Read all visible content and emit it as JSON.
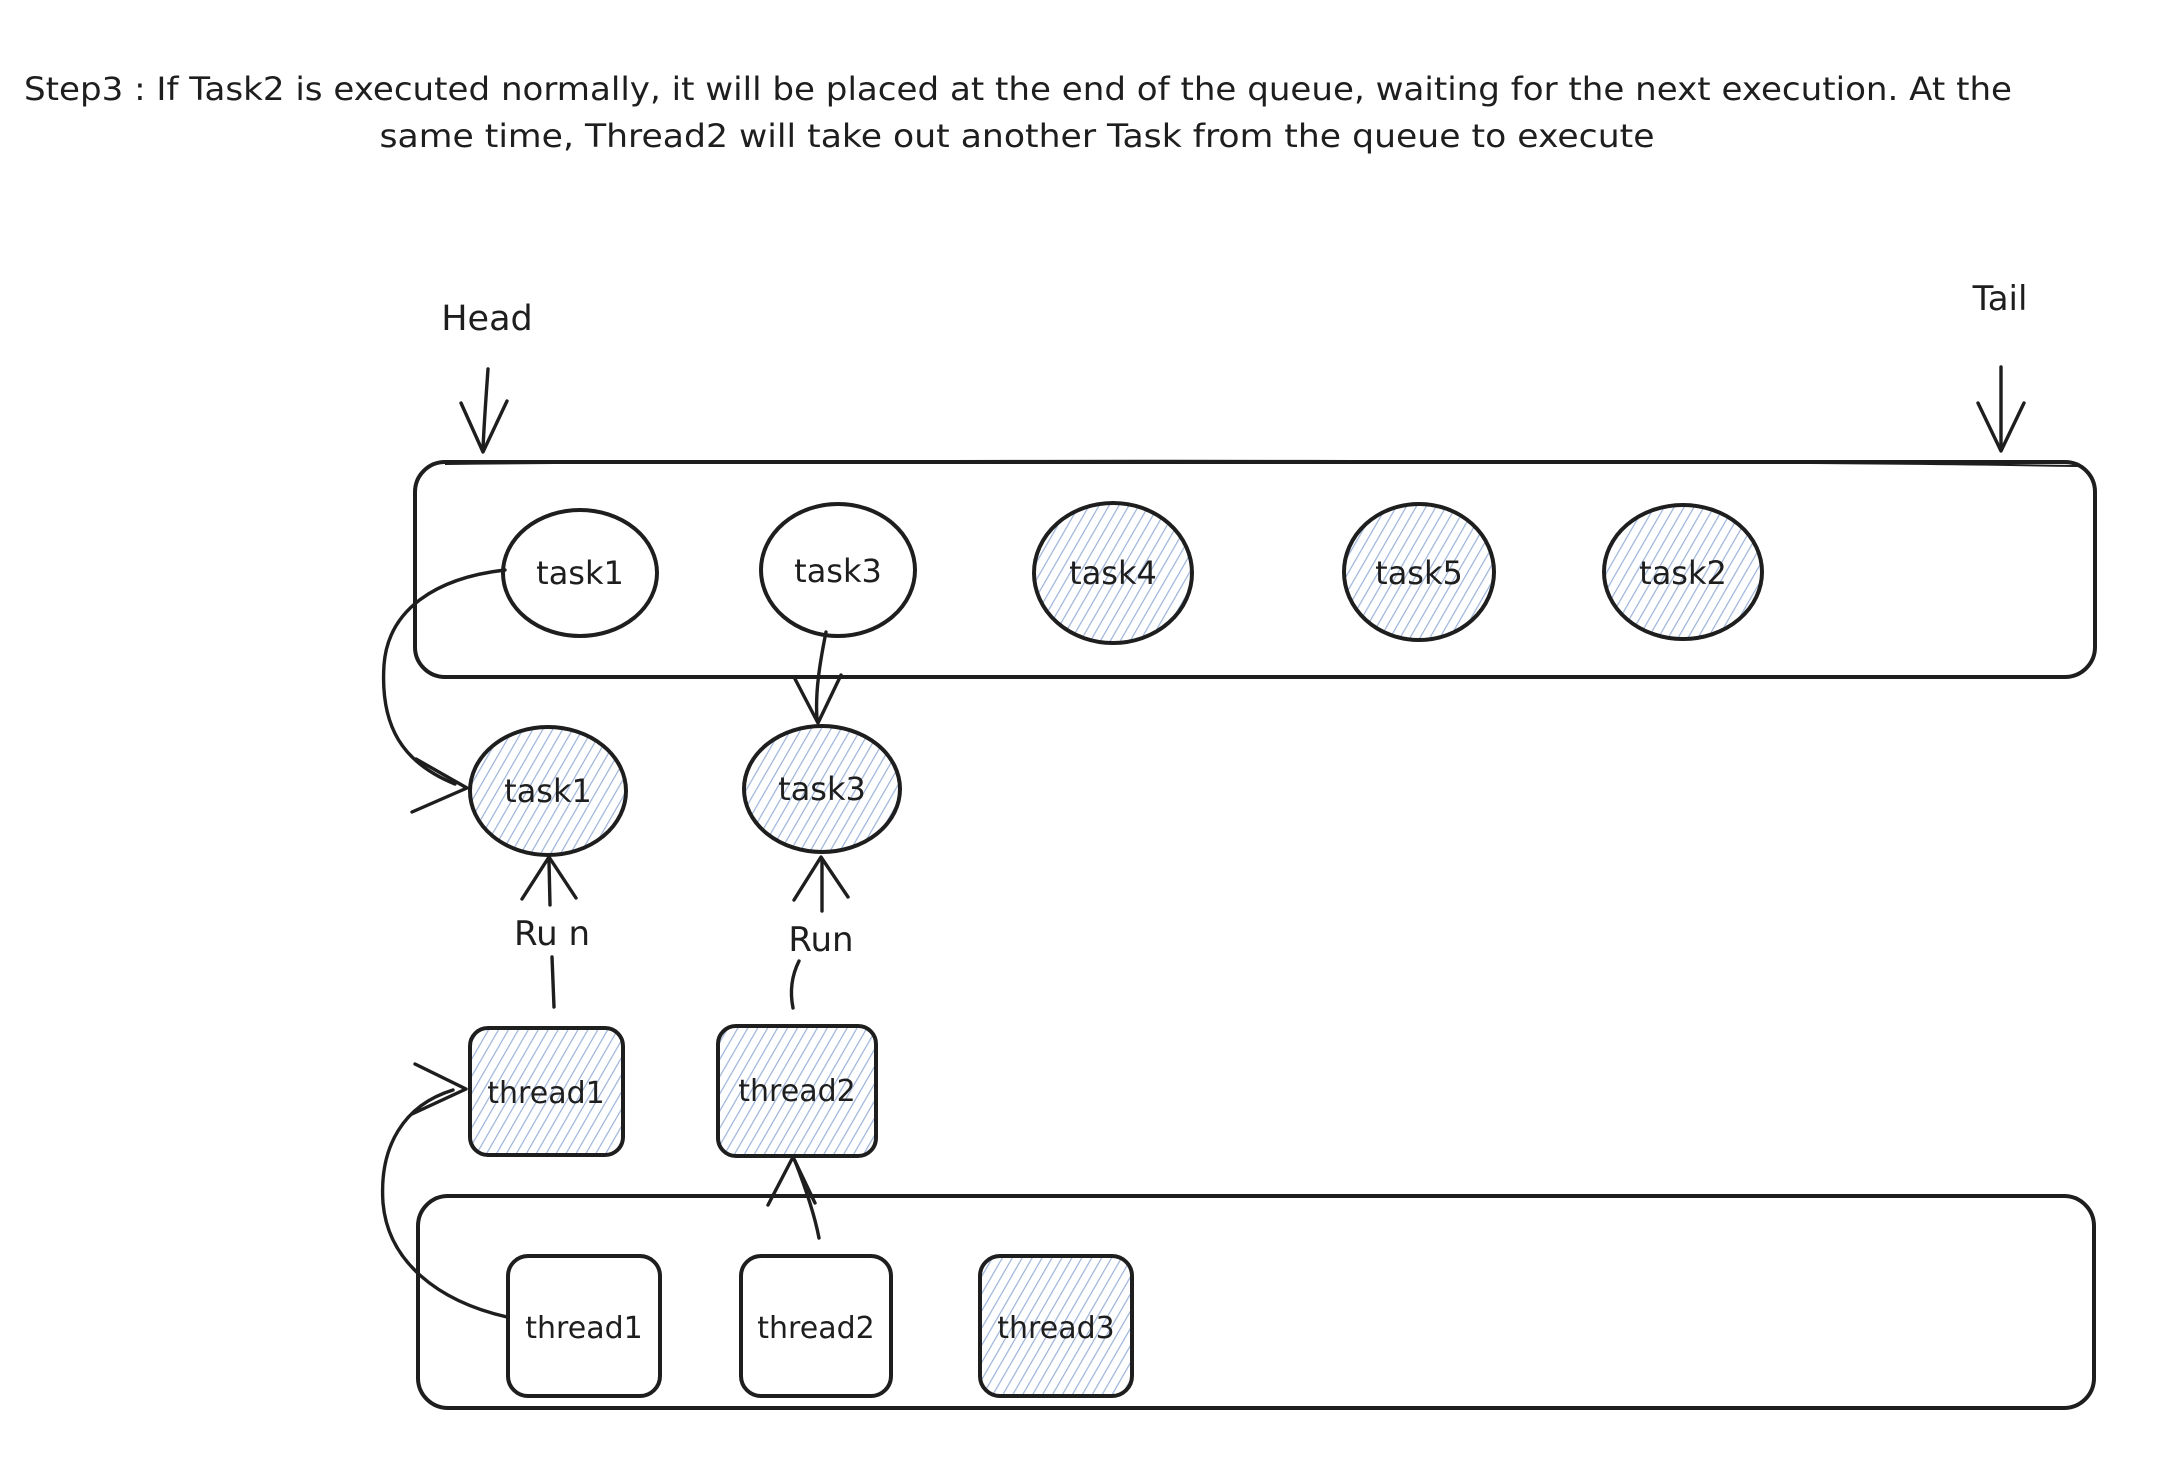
{
  "title": {
    "line1": "Step3 : If Task2 is executed normally, it will be placed at the end of the queue, waiting for the next execution. At the",
    "line2": "same time, Thread2 will take out another Task from the queue to execute"
  },
  "queue": {
    "head_label": "Head",
    "tail_label": "Tail",
    "tasks": [
      {
        "label": "task1",
        "filled": false
      },
      {
        "label": "task3",
        "filled": false
      },
      {
        "label": "task4",
        "filled": true
      },
      {
        "label": "task5",
        "filled": true
      },
      {
        "label": "task2",
        "filled": true
      }
    ]
  },
  "running": {
    "tasks": [
      {
        "label": "task1"
      },
      {
        "label": "task3"
      }
    ],
    "run_labels": [
      "Ru n",
      "Run"
    ],
    "threads": [
      {
        "label": "thread1"
      },
      {
        "label": "thread2"
      }
    ]
  },
  "thread_pool": {
    "threads": [
      {
        "label": "thread1",
        "filled": false
      },
      {
        "label": "thread2",
        "filled": false
      },
      {
        "label": "thread3",
        "filled": true
      }
    ]
  },
  "colors": {
    "stroke": "#1e1e1e",
    "hatch_blue": "#9cb3d9",
    "background": "#ffffff"
  }
}
